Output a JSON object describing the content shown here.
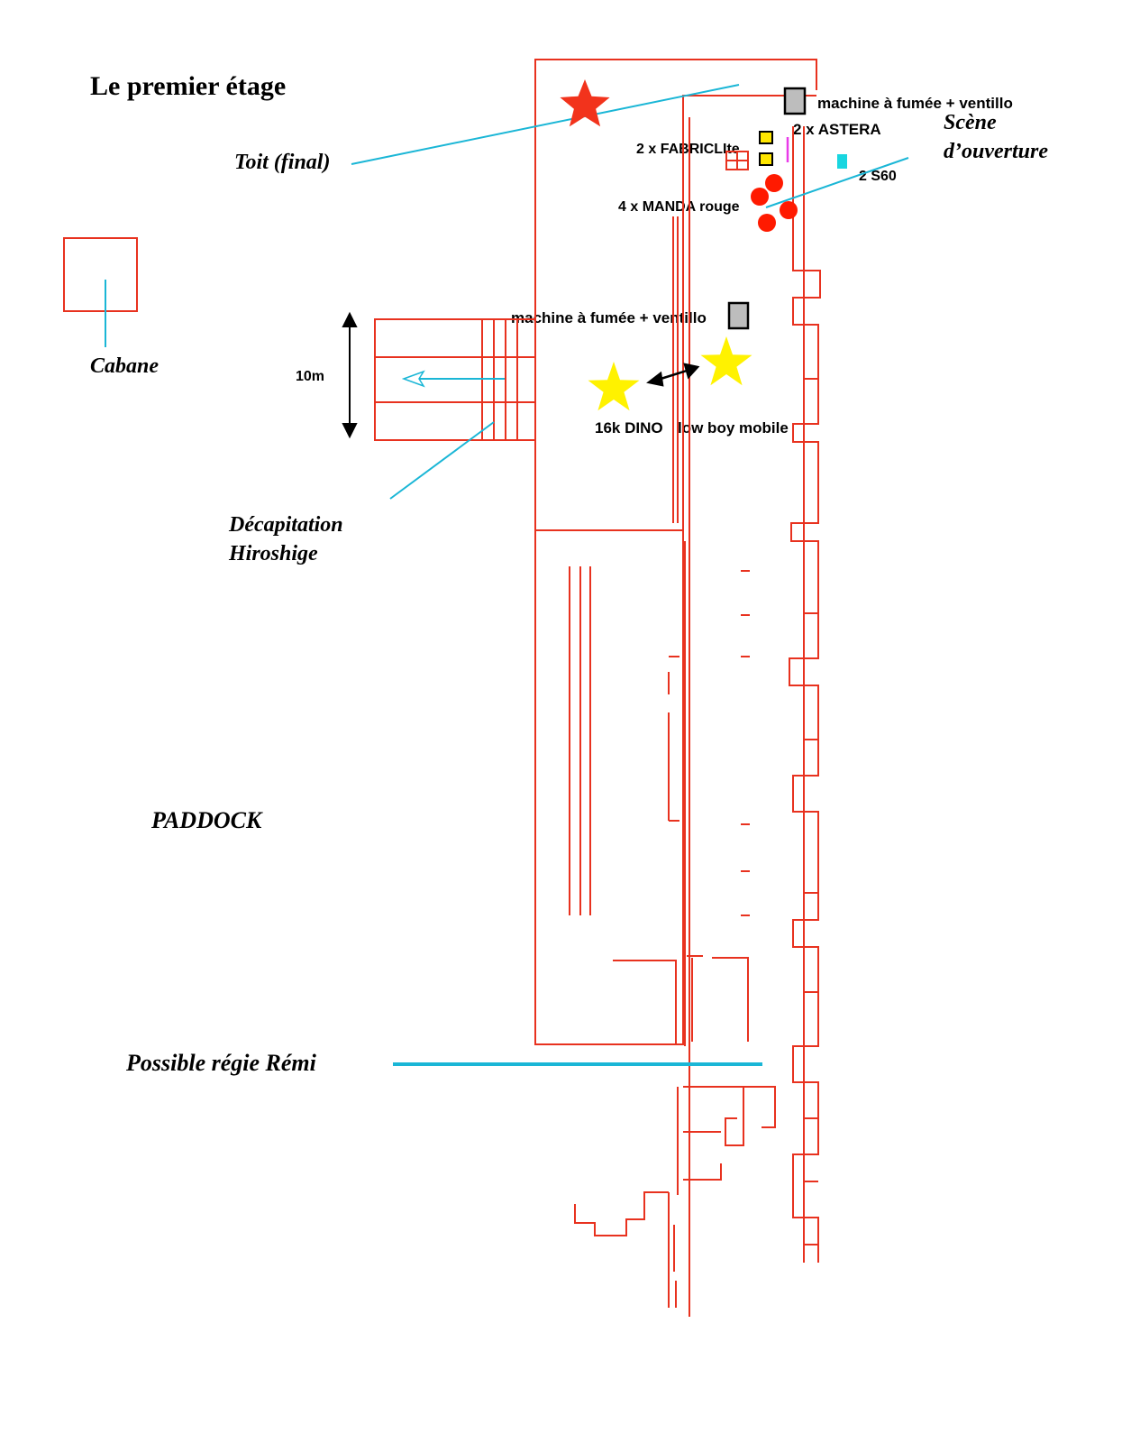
{
  "title": "Le premier étage",
  "labels": {
    "toit": "Toit (final)",
    "cabane": "Cabane",
    "decapitation_1": "Décapitation",
    "decapitation_2": "Hiroshige",
    "paddock": "PADDOCK",
    "regie": "Possible régie Rémi",
    "scene_1": "Scène",
    "scene_2": "d’ouverture",
    "dimension": "10m"
  },
  "equipment": {
    "smoke_top": "machine à fumée + ventillo",
    "astera": "2 x ASTERA",
    "fabriclite": "2 x FABRICLIte",
    "s60": "2 S60",
    "manda": "4 x MANDA rouge",
    "smoke_mid": "machine à fumée + ventillo",
    "dino": "16k DINO",
    "lowboy": "low boy mobile"
  },
  "colors": {
    "walls": "#e8321f",
    "annotation_lines": "#1ab6d6",
    "star_red": "#f2331c",
    "star_yellow": "#fff200",
    "fabriclite": "#ffe600",
    "s60": "#19d6e0",
    "astera": "#e83be8",
    "smoke_machine": "#bdbdbd",
    "manda": "#ff1a00"
  }
}
